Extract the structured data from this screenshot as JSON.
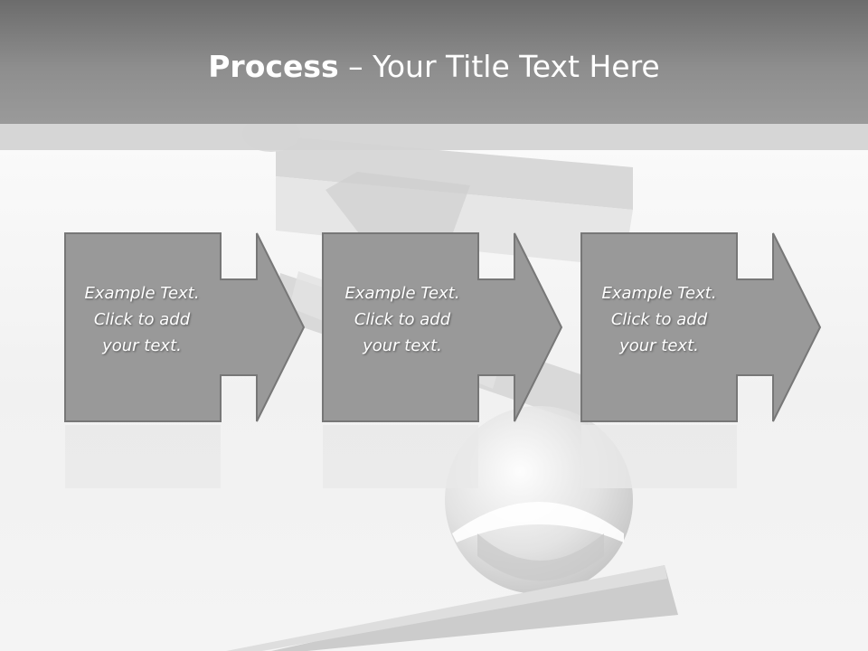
{
  "slide": {
    "title_bold": "Process",
    "title_rest": " – Your Title Text Here"
  },
  "steps": [
    {
      "lines": [
        "Example Text.",
        "Click  to add",
        "your text."
      ]
    },
    {
      "lines": [
        "Example Text.",
        "Click  to add",
        "your text."
      ]
    },
    {
      "lines": [
        "Example Text.",
        "Click  to add",
        "your text."
      ]
    }
  ],
  "colors": {
    "header_top": "#6c6c6c",
    "header_bottom": "#9a9a9a",
    "step_fill": "#999999",
    "step_border": "#777777",
    "text": "#ffffff"
  }
}
